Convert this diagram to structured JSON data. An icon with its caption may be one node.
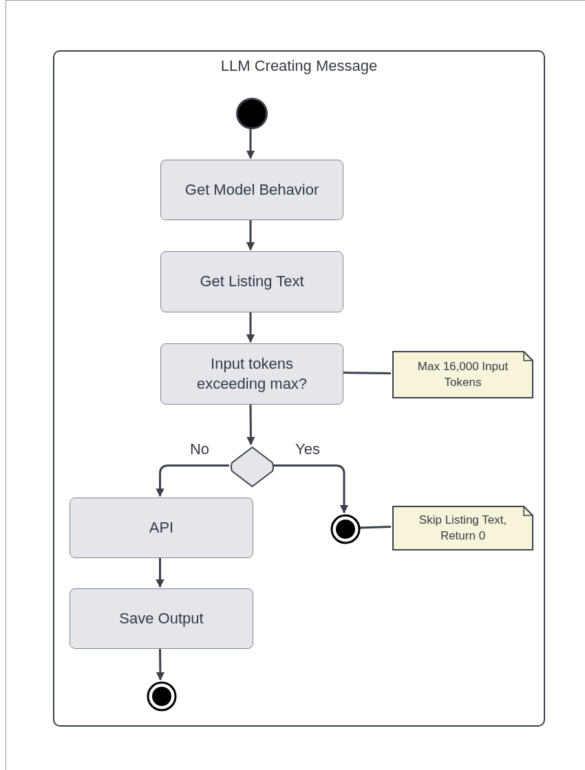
{
  "diagram": {
    "nodes": [
      {
        "text": [
          "LLM Creating Message"
        ]
      },
      {
        "text": [],
        "shape": "circle",
        "in": 0
      },
      {
        "text": [
          "Get Model Behavior"
        ],
        "in": 0
      },
      {
        "text": [
          "Get Listing Text"
        ],
        "in": 0
      },
      {
        "text": [
          "Input tokens exceeding max?"
        ],
        "in": 0
      },
      {
        "text": [
          "Max 16,000 Input Tokens"
        ],
        "in": 0
      },
      {
        "text": [],
        "shape": "diamond",
        "in": 0
      },
      {
        "text": [
          "API"
        ],
        "in": 0
      },
      {
        "text": [],
        "shape": "circle",
        "in": 0
      },
      {
        "text": [
          "Skip Listing Text, Return 0"
        ],
        "in": 0
      },
      {
        "text": [
          "Save Output"
        ],
        "in": 0
      },
      {
        "text": [],
        "shape": "circle",
        "in": 0
      }
    ],
    "edges": [
      {
        "from": 1,
        "to": 2,
        "arrow": "to"
      },
      {
        "from": 2,
        "to": 3,
        "arrow": "to"
      },
      {
        "from": 3,
        "to": 4,
        "arrow": "to"
      },
      {
        "from": 4,
        "to": 5,
        "arrow": "none"
      },
      {
        "from": 4,
        "to": 6,
        "arrow": "to"
      },
      {
        "from": 6,
        "to": 7,
        "arrow": "to",
        "label": "No"
      },
      {
        "from": 6,
        "to": 8,
        "arrow": "to",
        "label": "Yes"
      },
      {
        "from": 8,
        "to": 9,
        "arrow": "none"
      },
      {
        "from": 7,
        "to": 10,
        "arrow": "to"
      },
      {
        "from": 10,
        "to": 11,
        "arrow": "to"
      }
    ]
  }
}
